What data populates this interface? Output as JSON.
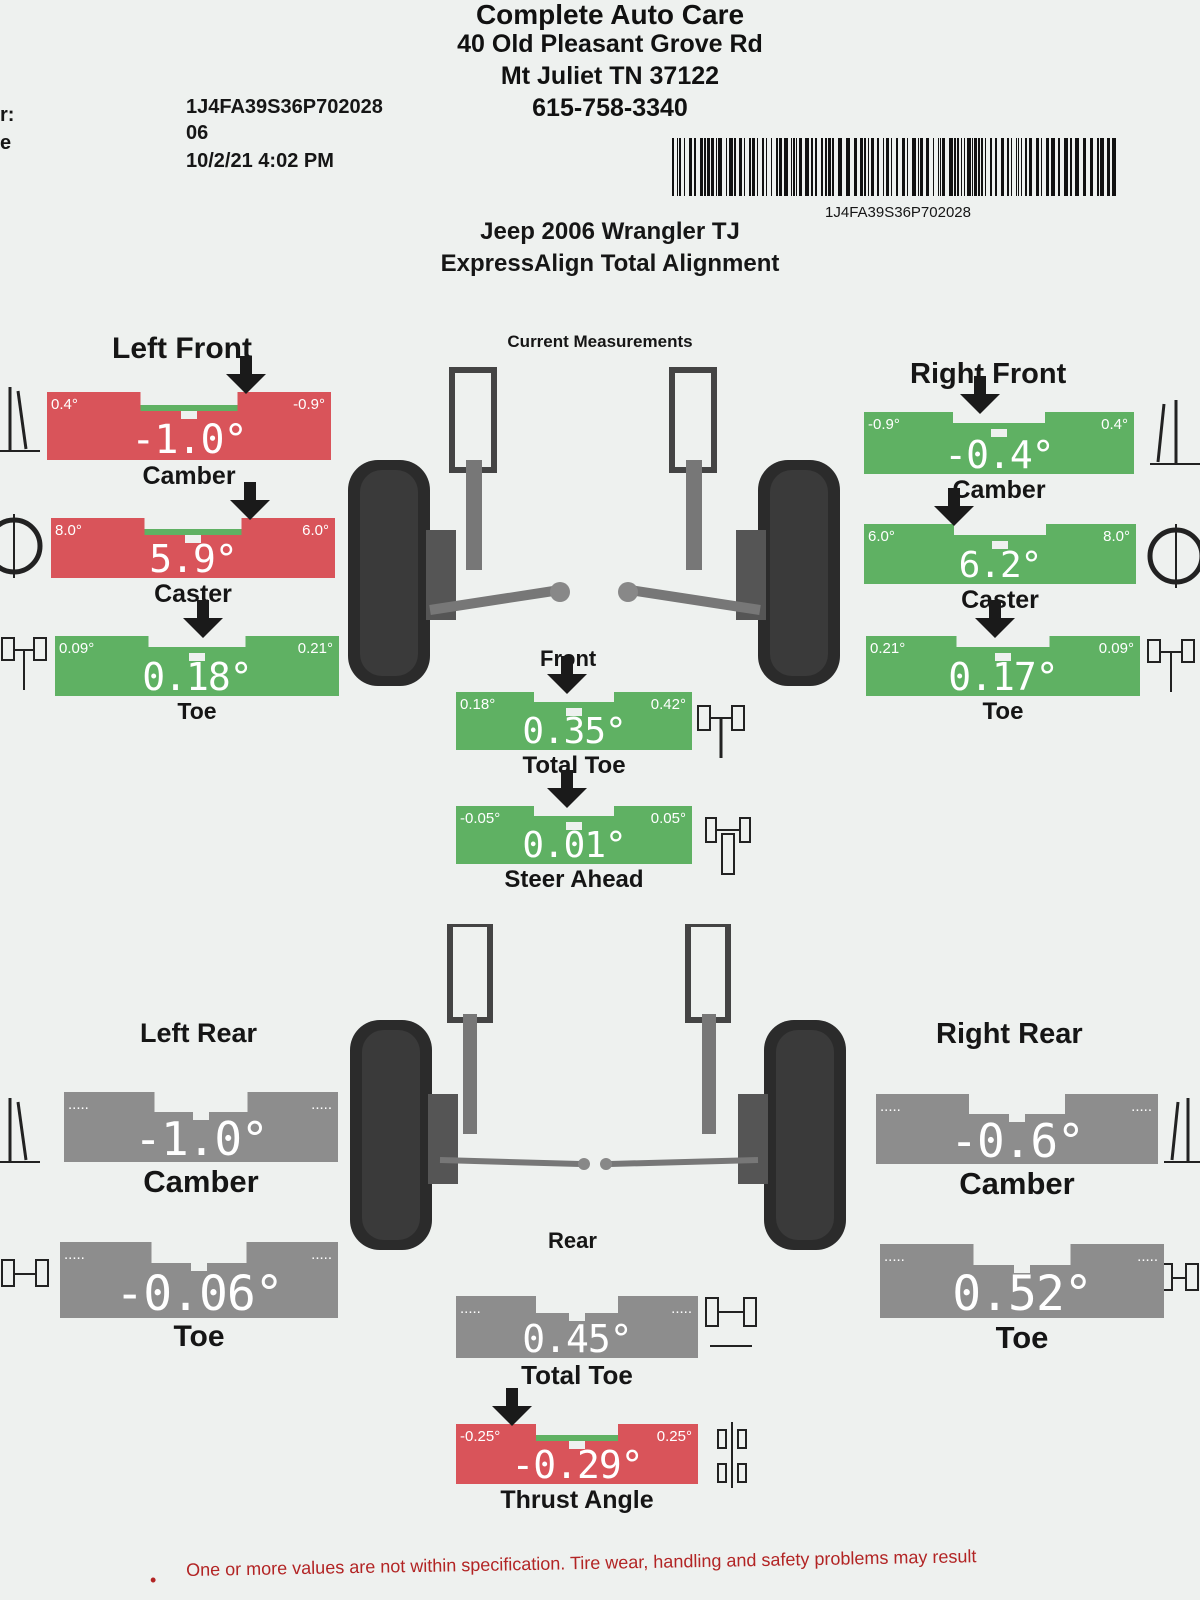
{
  "shop": {
    "name": "Complete Auto Care",
    "street": "40 Old Pleasant Grove Rd",
    "city": "Mt Juliet  TN   37122",
    "phone": "615-758-3340"
  },
  "edge_labels": [
    "r:",
    "e"
  ],
  "vin": "1J4FA39S36P702028",
  "line2": "06",
  "datetime": "10/2/21 4:02 PM",
  "barcode_text": "1J4FA39S36P702028",
  "vehicle_title": "Jeep 2006 Wrangler TJ",
  "service": "ExpressAlign Total Alignment",
  "current_label": "Current Measurements",
  "sections": {
    "left_front": "Left Front",
    "right_front": "Right Front",
    "front": "Front",
    "left_rear": "Left Rear",
    "right_rear": "Right Rear",
    "rear": "Rear"
  },
  "gauges": {
    "lf_camber": {
      "min": "0.4°",
      "max": "-0.9°",
      "value": "-1.0°",
      "label": "Camber",
      "status": "red"
    },
    "lf_caster": {
      "min": "8.0°",
      "max": "6.0°",
      "value": "5.9°",
      "label": "Caster",
      "status": "red"
    },
    "lf_toe": {
      "min": "0.09°",
      "max": "0.21°",
      "value": "0.18°",
      "label": "Toe",
      "status": "green"
    },
    "rf_camber": {
      "min": "-0.9°",
      "max": "0.4°",
      "value": "-0.4°",
      "label": "Camber",
      "status": "green"
    },
    "rf_caster": {
      "min": "6.0°",
      "max": "8.0°",
      "value": "6.2°",
      "label": "Caster",
      "status": "green"
    },
    "rf_toe": {
      "min": "0.21°",
      "max": "0.09°",
      "value": "0.17°",
      "label": "Toe",
      "status": "green"
    },
    "front_total_toe": {
      "min": "0.18°",
      "max": "0.42°",
      "value": "0.35°",
      "label": "Total Toe",
      "status": "green"
    },
    "steer_ahead": {
      "min": "-0.05°",
      "max": "0.05°",
      "value": "0.01°",
      "label": "Steer Ahead",
      "status": "green"
    },
    "lr_camber": {
      "min": ".....",
      "max": ".....",
      "value": "-1.0°",
      "label": "Camber",
      "status": "gray"
    },
    "lr_toe": {
      "min": ".....",
      "max": ".....",
      "value": "-0.06°",
      "label": "Toe",
      "status": "gray"
    },
    "rr_camber": {
      "min": ".....",
      "max": ".....",
      "value": "-0.6°",
      "label": "Camber",
      "status": "gray"
    },
    "rr_toe": {
      "min": ".....",
      "max": ".....",
      "value": "0.52°",
      "label": "Toe",
      "status": "gray"
    },
    "rear_total_toe": {
      "min": ".....",
      "max": ".....",
      "value": "0.45°",
      "label": "Total Toe",
      "status": "gray"
    },
    "thrust_angle": {
      "min": "-0.25°",
      "max": "0.25°",
      "value": "-0.29°",
      "label": "Thrust Angle",
      "status": "red"
    }
  },
  "footer": "One or more values are not within specification.  Tire wear, handling and safety problems may result",
  "colors": {
    "red": "#d9545a",
    "green": "#5fb163",
    "gray": "#8d8d8d",
    "arrow": "#1a1a1a"
  }
}
